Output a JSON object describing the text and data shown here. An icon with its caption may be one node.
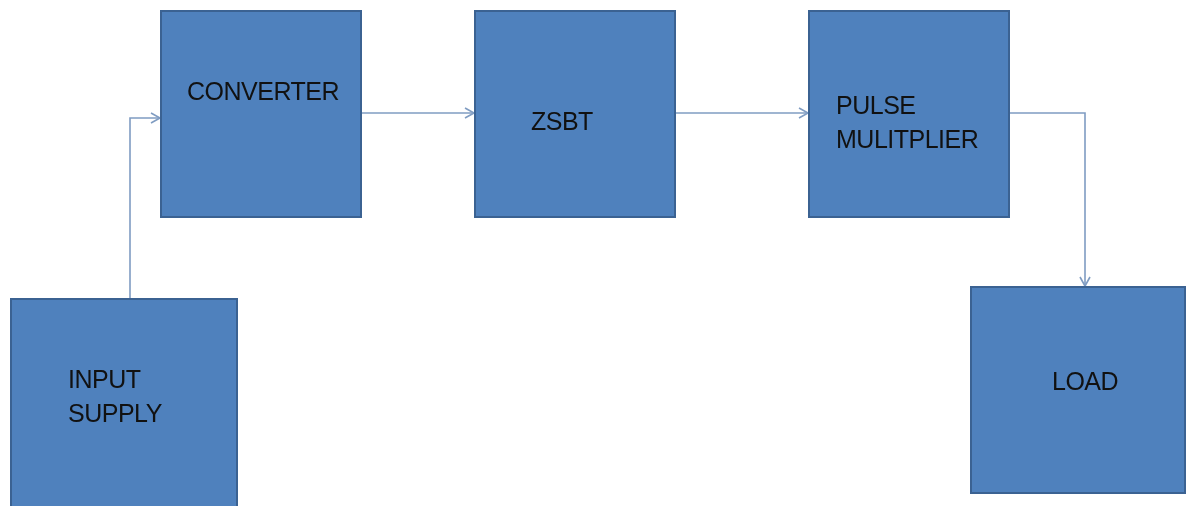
{
  "diagram": {
    "nodes": [
      {
        "text": [
          "CONVERTER"
        ]
      },
      {
        "text": [
          "ZSBT"
        ]
      },
      {
        "text": [
          "PULSE MULITPLIER"
        ]
      },
      {
        "text": [
          "INPUT SUPPLY"
        ]
      },
      {
        "text": [
          "LOAD"
        ]
      }
    ],
    "edges": [
      {
        "from": 3,
        "to": 0,
        "arrow": "to"
      },
      {
        "from": 0,
        "to": 1,
        "arrow": "to"
      },
      {
        "from": 1,
        "to": 2,
        "arrow": "to"
      },
      {
        "from": 2,
        "to": 4,
        "arrow": "to"
      }
    ]
  }
}
